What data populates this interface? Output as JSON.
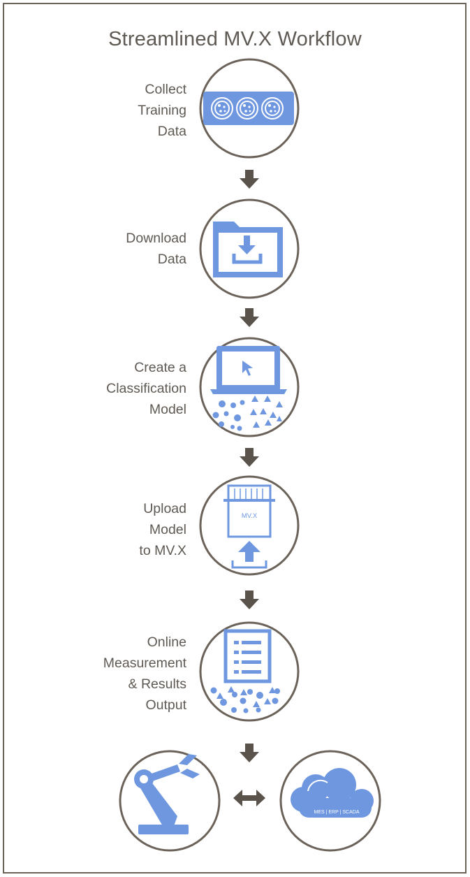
{
  "diagram": {
    "title": "Streamlined MV.X Workflow",
    "steps": [
      {
        "lines": [
          "Collect",
          "Training",
          "Data"
        ],
        "icon": "petri-dishes-icon"
      },
      {
        "lines": [
          "Download",
          "Data"
        ],
        "icon": "download-folder-icon"
      },
      {
        "lines": [
          "Create a",
          "Classification",
          "Model"
        ],
        "icon": "laptop-classification-icon"
      },
      {
        "lines": [
          "Upload",
          "Model",
          "to MV.X"
        ],
        "icon": "upload-device-icon"
      },
      {
        "lines": [
          "Online",
          "Measurement",
          "& Results",
          "Output"
        ],
        "icon": "results-list-icon"
      }
    ],
    "outputs": {
      "left_icon": "robot-arm-icon",
      "right_icon": "cloud-icon",
      "cloud_label": "MES | ERP | SCADA",
      "connector_icon": "bidirectional-arrow-icon"
    },
    "device_label": "MV.X",
    "colors": {
      "accent": "#6e97e0",
      "outline": "#6b6259",
      "text": "#5f5953"
    }
  }
}
